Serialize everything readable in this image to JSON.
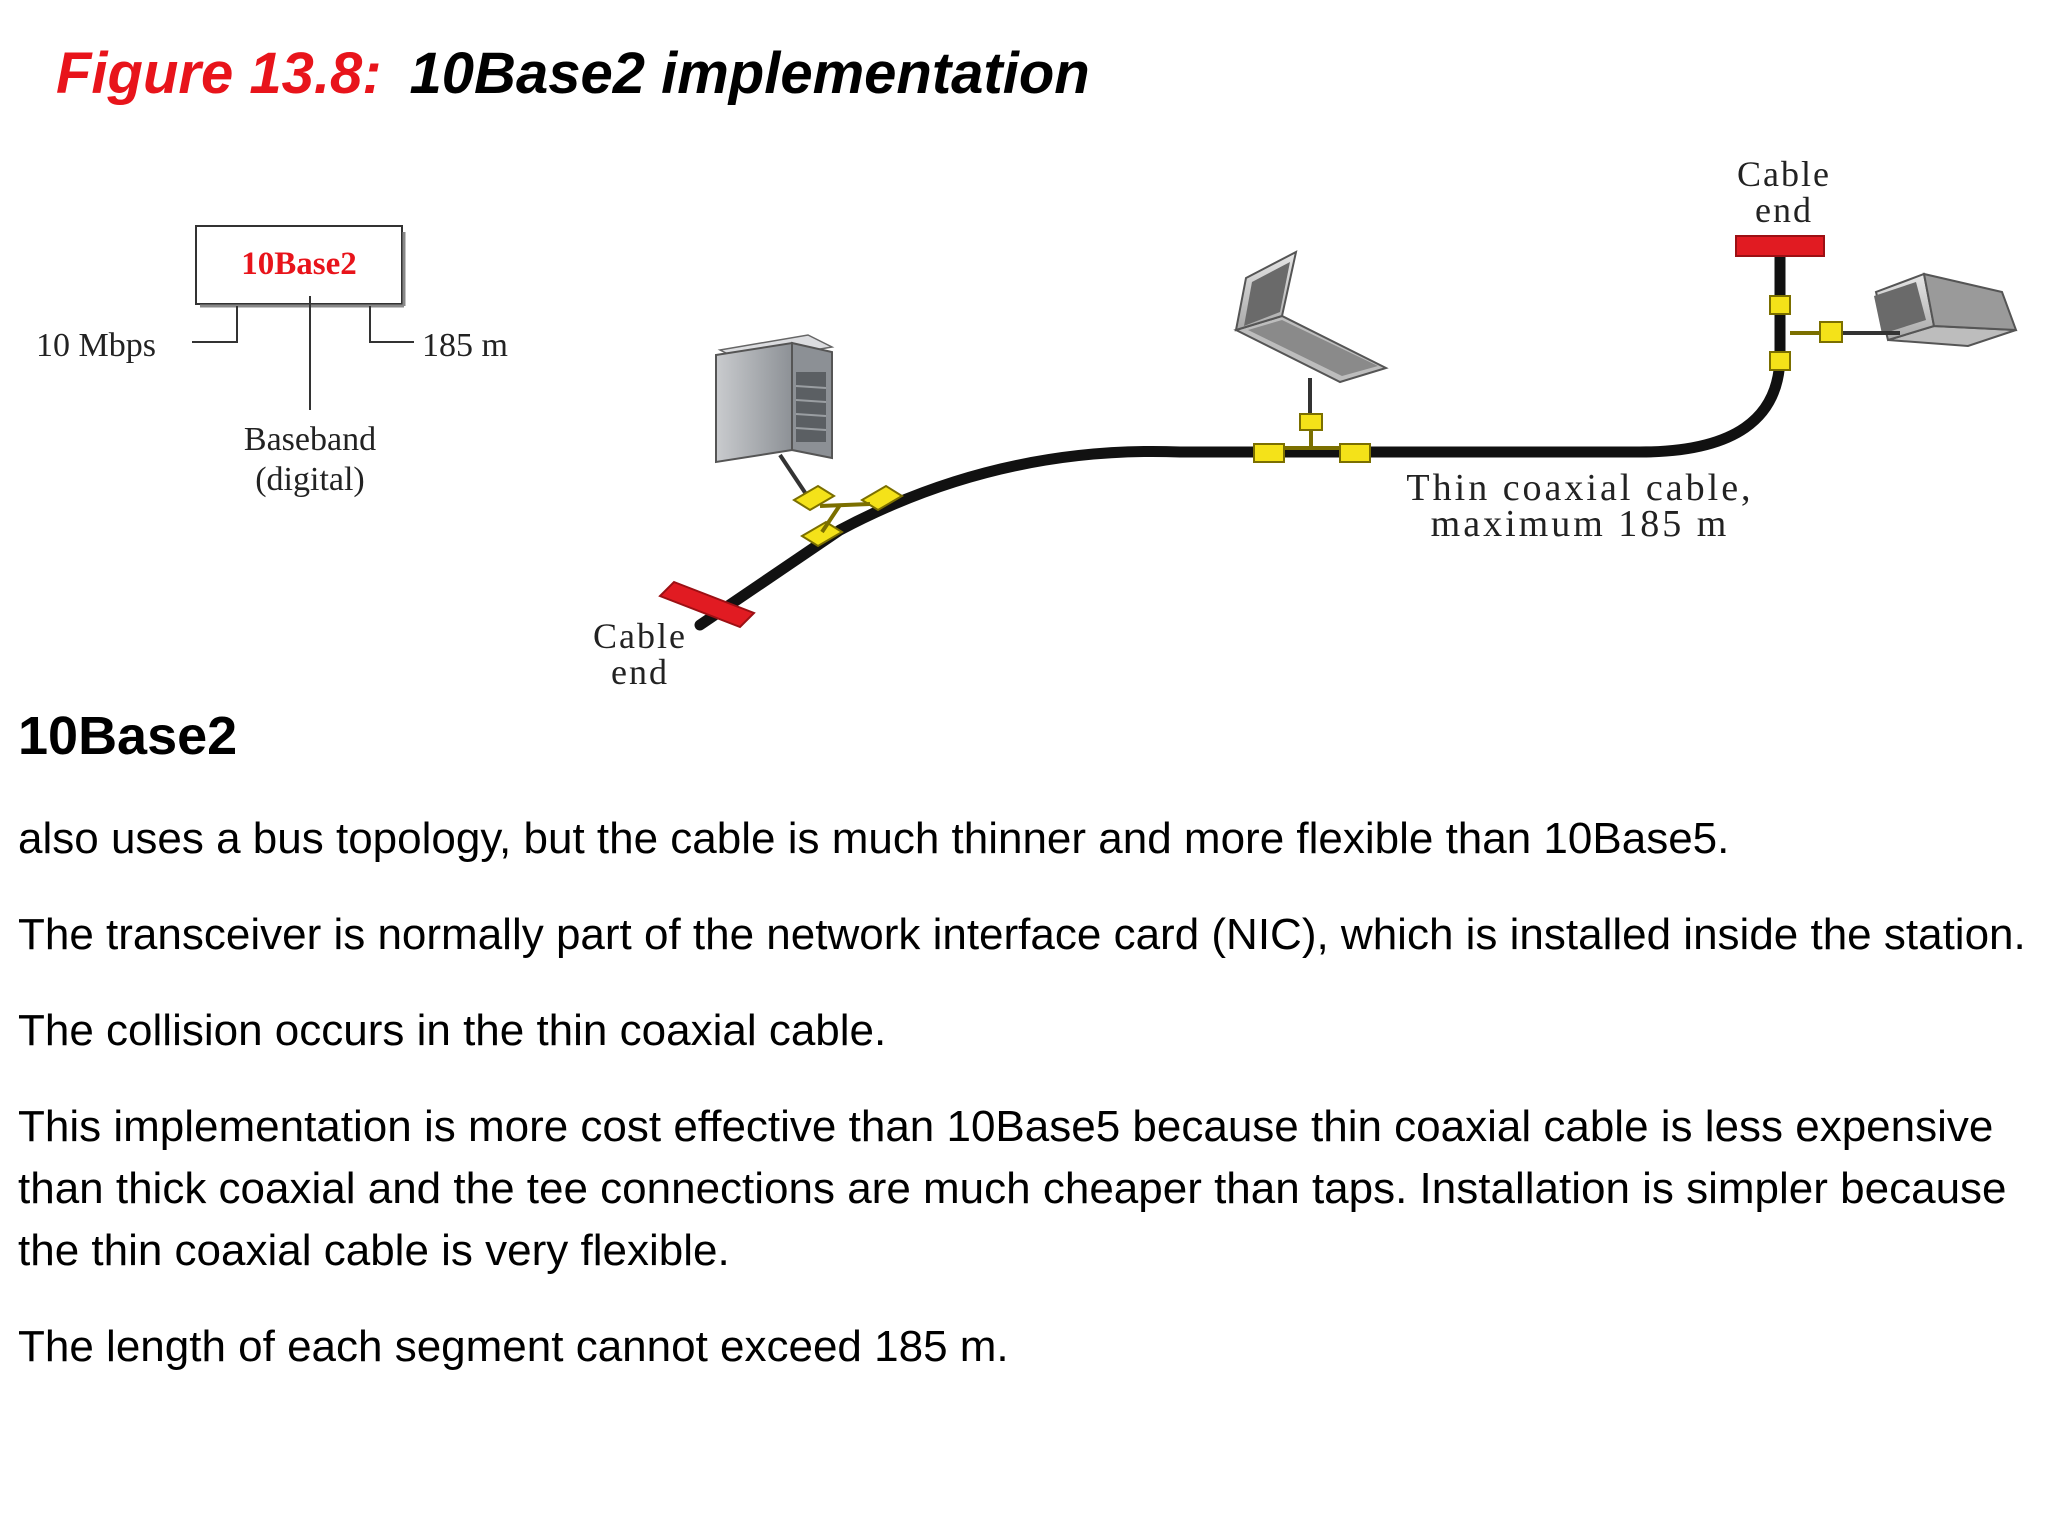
{
  "title": {
    "number": "Figure 13.8:",
    "name": "10Base2  implementation"
  },
  "diagram": {
    "label_box": "10Base2",
    "rate": "10 Mbps",
    "length": "185 m",
    "signal_line1": "Baseband",
    "signal_line2": "(digital)",
    "cable_end_top_line1": "Cable",
    "cable_end_top_line2": "end",
    "cable_end_bottom_line1": "Cable",
    "cable_end_bottom_line2": "end",
    "cable_line1": "Thin coaxial cable,",
    "cable_line2": "maximum 185 m",
    "colors": {
      "accent_red": "#e8141b",
      "cable": "#111111",
      "connector": "#f4e219",
      "cable_end": "#e11b22"
    }
  },
  "section": {
    "heading": "10Base2",
    "paragraphs": [
      "also uses a bus topology, but the cable is much thinner and more flexible than 10Base5.",
      "The transceiver is normally part of the network interface card (NIC), which is installed inside the station.",
      "The collision occurs in the thin coaxial cable.",
      "This implementation is more cost effective than 10Base5 because thin coaxial cable is less expensive than thick coaxial and the tee connections are much cheaper than taps. Installation is simpler because the thin coaxial cable is very flexible.",
      "The length of each segment cannot exceed 185 m."
    ]
  }
}
